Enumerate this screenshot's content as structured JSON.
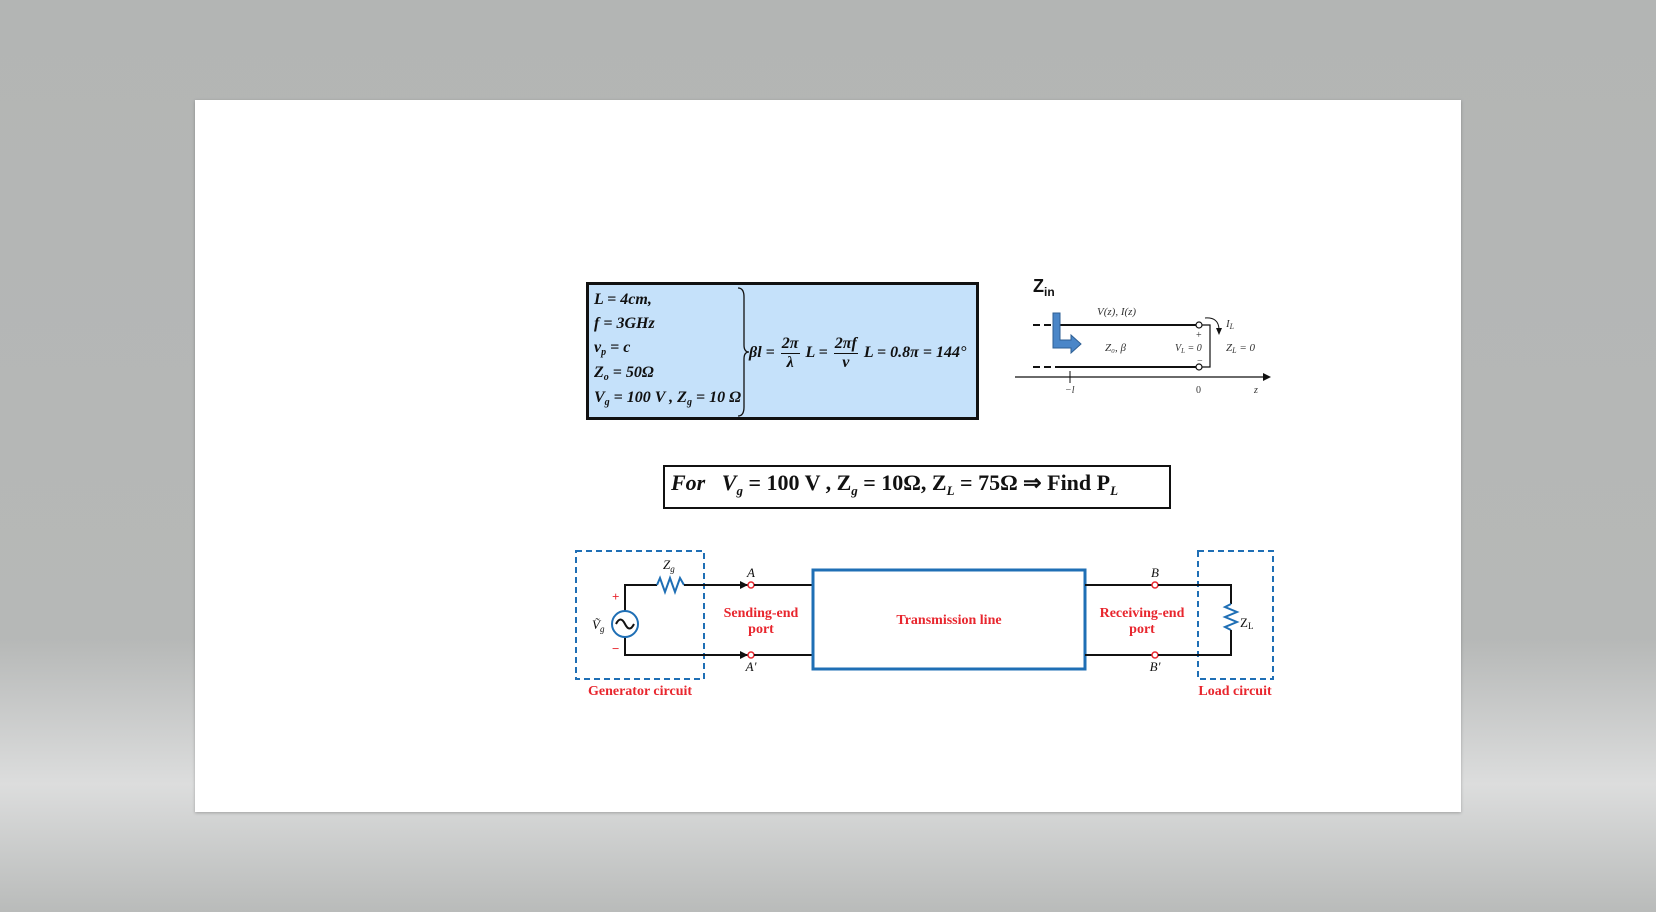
{
  "given": {
    "line1": "L = 4cm,",
    "line2": "f = 3GHz",
    "line3_main": "v",
    "line3_sub": "p",
    "line3_rest": " = c",
    "line4_main": "Z",
    "line4_sub": "o",
    "line4_rest": " = 50Ω",
    "line5_a": "V",
    "line5_a_sub": "g",
    "line5_b": " = 100 V , Z",
    "line5_b_sub": "g",
    "line5_c": " = 10 Ω",
    "eq_lhs": "βl =",
    "frac1_num": "2π",
    "frac1_den": "λ",
    "eq_mid": "L =",
    "frac2_num": "2πf",
    "frac2_den": "v",
    "eq_rhs": "L = 0.8π = 144°"
  },
  "problem": {
    "for": "For",
    "vg": "V",
    "vg_sub": "g",
    "vg_val": " = 100 V , Z",
    "zg_sub": "g",
    "zg_val": " = 10Ω, Z",
    "zl_sub": "L",
    "zl_val": " = 75Ω ⇒ ",
    "find": "Find P",
    "find_sub": "L"
  },
  "zin_figure": {
    "zin_main": "Z",
    "zin_sub": "in",
    "vz_label": "V(z), I(z)",
    "il_label": "I",
    "il_sub": "L",
    "z0_label": "Z₀, β",
    "vl_label": "V",
    "vl_sub": "L",
    "vl_val": " = 0",
    "zl_label": "Z",
    "zl_sub": "L",
    "zl_val": " = 0",
    "plus": "+",
    "minus": "−",
    "neg_l": "−l",
    "zero": "0",
    "z_axis": "z"
  },
  "circuit": {
    "zg_label": "Z",
    "zg_sub": "g",
    "vg_label": "Ṽ",
    "vg_sub": "g",
    "plus": "+",
    "minus": "−",
    "a_label": "A",
    "a_prime": "A'",
    "b_label": "B",
    "b_prime": "B'",
    "sending_1": "Sending-end",
    "sending_2": "port",
    "tline": "Transmission line",
    "receiving_1": "Receiving-end",
    "receiving_2": "port",
    "zl_label": "Z",
    "zl_sub": "L",
    "gen_caption": "Generator circuit",
    "load_caption": "Load circuit",
    "colors": {
      "red": "#e8262e",
      "blue": "#1f6fb5",
      "black": "#111111"
    }
  }
}
